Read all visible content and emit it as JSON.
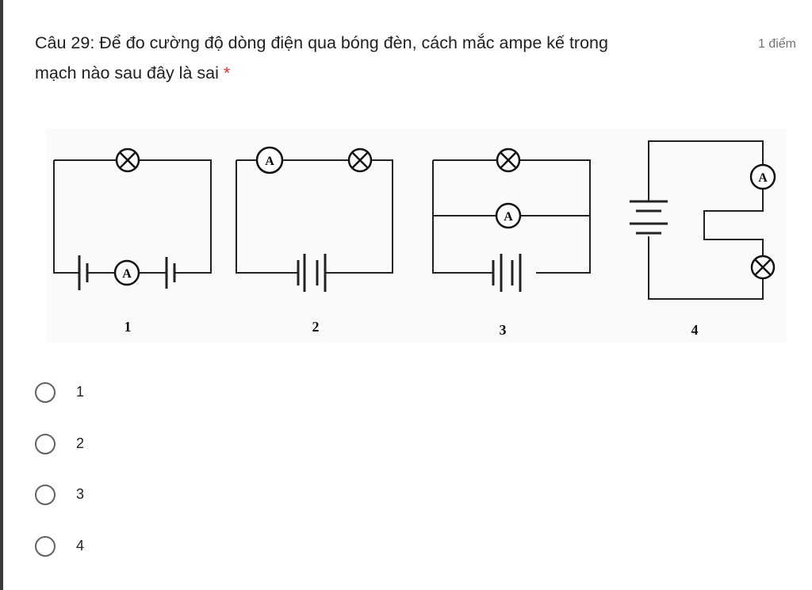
{
  "question": {
    "title_line1": "Câu 29: Để đo cường độ dòng điện qua bóng đèn, cách mắc ampe kế trong",
    "title_line2": "mạch nào sau đây là sai",
    "required_marker": "*",
    "points": "1 điểm"
  },
  "figure": {
    "ammeter_symbol": "A",
    "circuit_labels": [
      "1",
      "2",
      "3",
      "4"
    ]
  },
  "options": [
    {
      "label": "1",
      "selected": false
    },
    {
      "label": "2",
      "selected": false
    },
    {
      "label": "3",
      "selected": false
    },
    {
      "label": "4",
      "selected": false
    }
  ]
}
